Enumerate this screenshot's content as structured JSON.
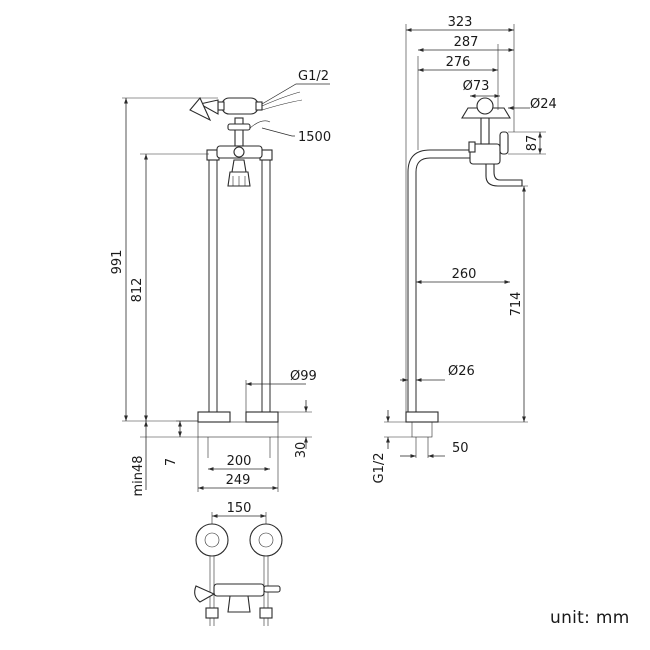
{
  "front_view": {
    "g12": "G1/2",
    "hose_length": "1500",
    "total_height": "991",
    "valve_height": "812",
    "base_dia": "Ø99",
    "base_height": "30",
    "floor_gap": "7",
    "min_depth": "min48",
    "width_inner": "200",
    "width_outer": "249"
  },
  "side_view": {
    "depth_total": "323",
    "depth_287": "287",
    "depth_276": "276",
    "cradle_dia": "Ø73",
    "handset_dia": "Ø24",
    "valve_offset": "87",
    "spout_reach": "260",
    "spout_height": "714",
    "pipe_dia": "Ø26",
    "inlet_thread": "G1/2",
    "inlet_width": "50"
  },
  "top_view": {
    "centers": "150"
  },
  "footer": {
    "unit": "unit: mm"
  }
}
